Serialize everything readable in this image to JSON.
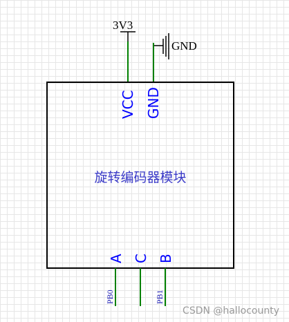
{
  "power": {
    "supply_label": "3V3",
    "ground_label": "GND"
  },
  "module": {
    "title": "旋转编码器模块",
    "pins_top": [
      "VCC",
      "GND"
    ],
    "pins_bottom": [
      "A",
      "C",
      "B"
    ]
  },
  "nets": {
    "pin_a": "PB0",
    "pin_b": "PB1"
  },
  "watermark": "CSDN @hallocounty",
  "colors": {
    "wire": "#008000",
    "pin_text": "#0000ff",
    "title_text": "#3b3bc8",
    "net_text": "#1e1eb4",
    "outline": "#000000",
    "watermark": "#9a9a9a"
  }
}
